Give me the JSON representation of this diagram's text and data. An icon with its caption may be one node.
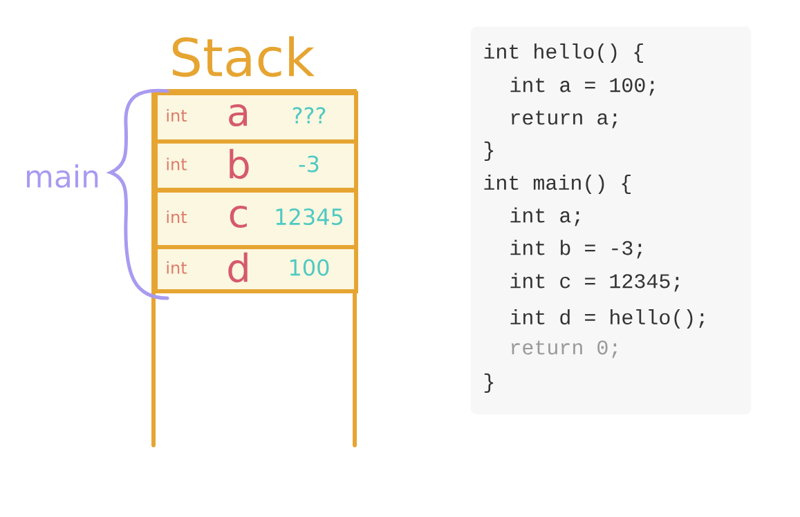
{
  "diagram": {
    "nodes": [
      {
        "text": [
          "Stack"
        ]
      },
      {
        "text": [
          "int",
          "a",
          "???"
        ],
        "in": 0
      },
      {
        "text": [
          "int",
          "b",
          "-3"
        ],
        "in": 0
      },
      {
        "text": [
          "int",
          "c",
          "12345"
        ],
        "in": 0
      },
      {
        "text": [
          "int",
          "d",
          "100"
        ],
        "in": 0
      },
      {
        "text": [
          "int hello() {",
          "int a = 100;",
          "return a;",
          "}",
          "int main() {",
          "int a;",
          "int b = -3;",
          "int c = 12345;",
          "int d = hello();",
          "return 0;",
          "}"
        ]
      }
    ],
    "edges": [],
    "labels": [
      "main"
    ]
  }
}
